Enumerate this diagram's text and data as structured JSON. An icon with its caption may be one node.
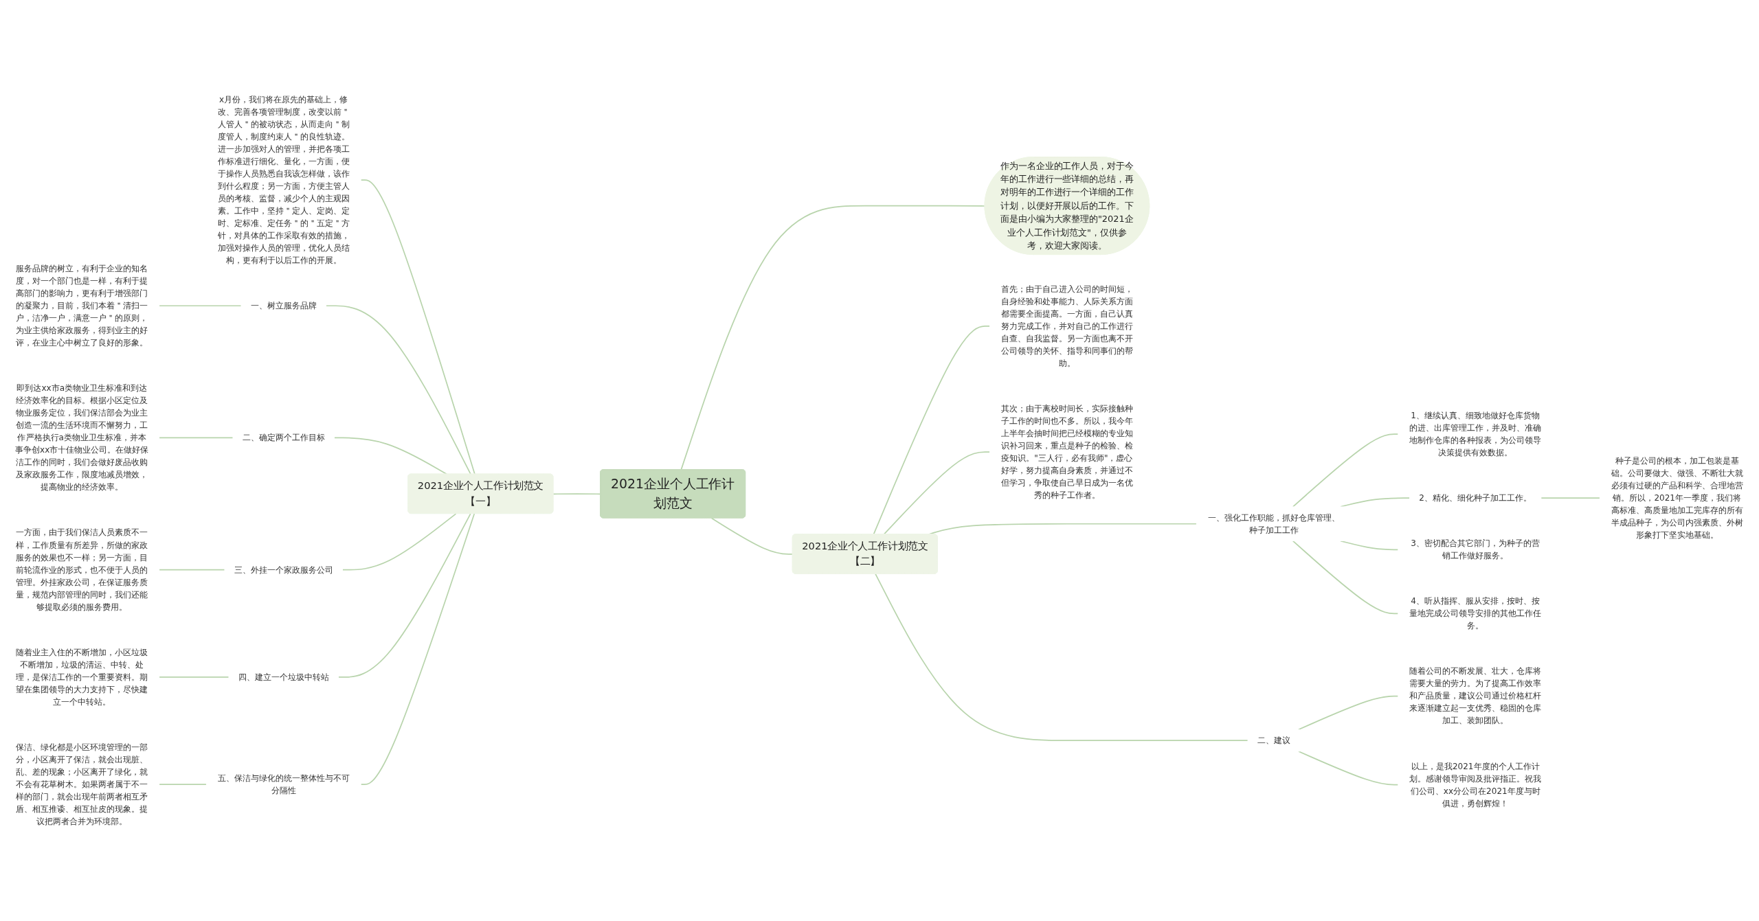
{
  "diagram": {
    "nodes": [
      {
        "text": [
          "2021企业个人工作计划范文"
        ]
      },
      {
        "text": [
          "作为一名企业的工作人员，对于今年的工作进行一些详细的总结，再对明年的工作进行一个详细的工作计划，以便好开展以后的工作。下面是由小编为大家整理的\"2021企业个人工作计划范文\"，仅供参考，欢迎大家阅读。"
        ]
      },
      {
        "text": [
          "2021企业个人工作计划范文【一】"
        ]
      },
      {
        "text": [
          "x月份，我们将在原先的基础上，修改、完善各项管理制度，改变以前＂人管人＂的被动状态，从而走向＂制度管人，制度约束人＂的良性轨迹。进一步加强对人的管理，并把各项工作标准进行细化、量化，一方面，便于操作人员熟悉自我该怎样做，该作到什么程度；另一方面，方便主管人员的考核、监督，减少个人的主观因素。工作中，坚持＂定人、定岗、定时、定标准、定任务＂的＂五定＂方针，对具体的工作采取有效的措施，加强对操作人员的管理，优化人员结构，更有利于以后工作的开展。"
        ]
      },
      {
        "text": [
          "一、树立服务品牌"
        ]
      },
      {
        "text": [
          "服务品牌的树立，有利于企业的知名度，对一个部门也是一样，有利于提高部门的影响力，更有利于增强部门的凝聚力，目前，我们本着＂清扫一户，洁净一户，满意一户＂的原则，为业主供给家政服务，得到业主的好评，在业主心中树立了良好的形象。"
        ]
      },
      {
        "text": [
          "二、确定两个工作目标"
        ]
      },
      {
        "text": [
          "即到达xx市a类物业卫生标准和到达经济效率化的目标。根据小区定位及物业服务定位，我们保洁部会为业主创造一流的生活环境而不懈努力，工作严格执行a类物业卫生标准，并本事争创xx市十佳物业公司。在做好保洁工作的同时，我们会做好废品收购及家政服务工作，限度地减员增效，提高物业的经济效率。"
        ]
      },
      {
        "text": [
          "三、外挂一个家政服务公司"
        ]
      },
      {
        "text": [
          "一方面，由于我们保洁人员素质不一样，工作质量有所差异，所做的家政服务的效果也不一样；另一方面，目前轮流作业的形式，也不便于人员的管理。外挂家政公司，在保证服务质量，规范内部管理的同时，我们还能够提取必须的服务费用。"
        ]
      },
      {
        "text": [
          "四、建立一个垃圾中转站"
        ]
      },
      {
        "text": [
          "随着业主入住的不断增加，小区垃圾不断增加，垃圾的清运、中转、处理，是保洁工作的一个重要资料。期望在集团领导的大力支持下，尽快建立一个中转站。"
        ]
      },
      {
        "text": [
          "五、保洁与绿化的统一整体性与不可分隔性"
        ]
      },
      {
        "text": [
          "保洁、绿化都是小区环境管理的一部分，小区离开了保洁，就会出现脏、乱、差的现象；小区离开了绿化，就不会有花草树木。如果两者属于不一样的部门，就会出现年前两者相互矛盾、相互推诿、相互扯皮的现象。提议把两者合并为环境部。"
        ]
      },
      {
        "text": [
          "2021企业个人工作计划范文【二】"
        ]
      },
      {
        "text": [
          "首先；由于自己进入公司的时间短，自身经验和处事能力、人际关系方面都需要全面提高。一方面，自己认真努力完成工作，并对自己的工作进行自查、自我监督。另一方面也离不开公司领导的关怀、指导和同事们的帮助。"
        ]
      },
      {
        "text": [
          "其次；由于离校时间长，实际接触种子工作的时间也不多。所以，我今年上半年会抽时间把已经模糊的专业知识补习回来，重点是种子的检验、检疫知识。\"三人行，必有我师\"，虚心好学，努力提高自身素质，并通过不但学习，争取使自己早日成为一名优秀的种子工作者。"
        ]
      },
      {
        "text": [
          "一、强化工作职能，抓好仓库管理、种子加工工作"
        ]
      },
      {
        "text": [
          "1、继续认真、细致地做好仓库货物的进、出库管理工作，并及时、准确地制作仓库的各种报表，为公司领导决策提供有效数据。"
        ]
      },
      {
        "text": [
          "2、精化、细化种子加工工作。"
        ]
      },
      {
        "text": [
          "种子是公司的根本，加工包装是基础。公司要做大、做强、不断壮大就必须有过硬的产品和科学、合理地营销。所以，2021年一季度，我们将高标准、高质量地加工完库存的所有半成品种子，为公司内强素质、外树形象打下坚实地基础。"
        ]
      },
      {
        "text": [
          "3、密切配合其它部门，为种子的营销工作做好服务。"
        ]
      },
      {
        "text": [
          "4、听从指挥、服从安排，按时、按量地完成公司领导安排的其他工作任务。"
        ]
      },
      {
        "text": [
          "二、建议"
        ]
      },
      {
        "text": [
          "随着公司的不断发展、壮大，仓库将需要大量的劳力。为了提高工作效率和产品质量，建议公司通过价格杠杆来逐渐建立起一支优秀、稳固的仓库加工、装卸团队。"
        ]
      },
      {
        "text": [
          "以上，是我2021年度的个人工作计划。感谢领导审阅及批评指正。祝我们公司、xx分公司在2021年度与时俱进，勇创辉煌！"
        ]
      }
    ],
    "edges": [
      {
        "from": 0,
        "to": 1,
        "arrow": "none"
      },
      {
        "from": 0,
        "to": 2,
        "arrow": "none"
      },
      {
        "from": 2,
        "to": 3,
        "arrow": "none"
      },
      {
        "from": 2,
        "to": 4,
        "arrow": "none"
      },
      {
        "from": 4,
        "to": 5,
        "arrow": "none"
      },
      {
        "from": 2,
        "to": 6,
        "arrow": "none"
      },
      {
        "from": 6,
        "to": 7,
        "arrow": "none"
      },
      {
        "from": 2,
        "to": 8,
        "arrow": "none"
      },
      {
        "from": 8,
        "to": 9,
        "arrow": "none"
      },
      {
        "from": 2,
        "to": 10,
        "arrow": "none"
      },
      {
        "from": 10,
        "to": 11,
        "arrow": "none"
      },
      {
        "from": 2,
        "to": 12,
        "arrow": "none"
      },
      {
        "from": 12,
        "to": 13,
        "arrow": "none"
      },
      {
        "from": 0,
        "to": 14,
        "arrow": "none"
      },
      {
        "from": 14,
        "to": 15,
        "arrow": "none"
      },
      {
        "from": 14,
        "to": 16,
        "arrow": "none"
      },
      {
        "from": 14,
        "to": 17,
        "arrow": "none"
      },
      {
        "from": 17,
        "to": 18,
        "arrow": "none"
      },
      {
        "from": 17,
        "to": 19,
        "arrow": "none"
      },
      {
        "from": 19,
        "to": 20,
        "arrow": "none"
      },
      {
        "from": 17,
        "to": 21,
        "arrow": "none"
      },
      {
        "from": 17,
        "to": 22,
        "arrow": "none"
      },
      {
        "from": 14,
        "to": 23,
        "arrow": "none"
      },
      {
        "from": 23,
        "to": 24,
        "arrow": "none"
      },
      {
        "from": 23,
        "to": 25,
        "arrow": "none"
      }
    ]
  }
}
